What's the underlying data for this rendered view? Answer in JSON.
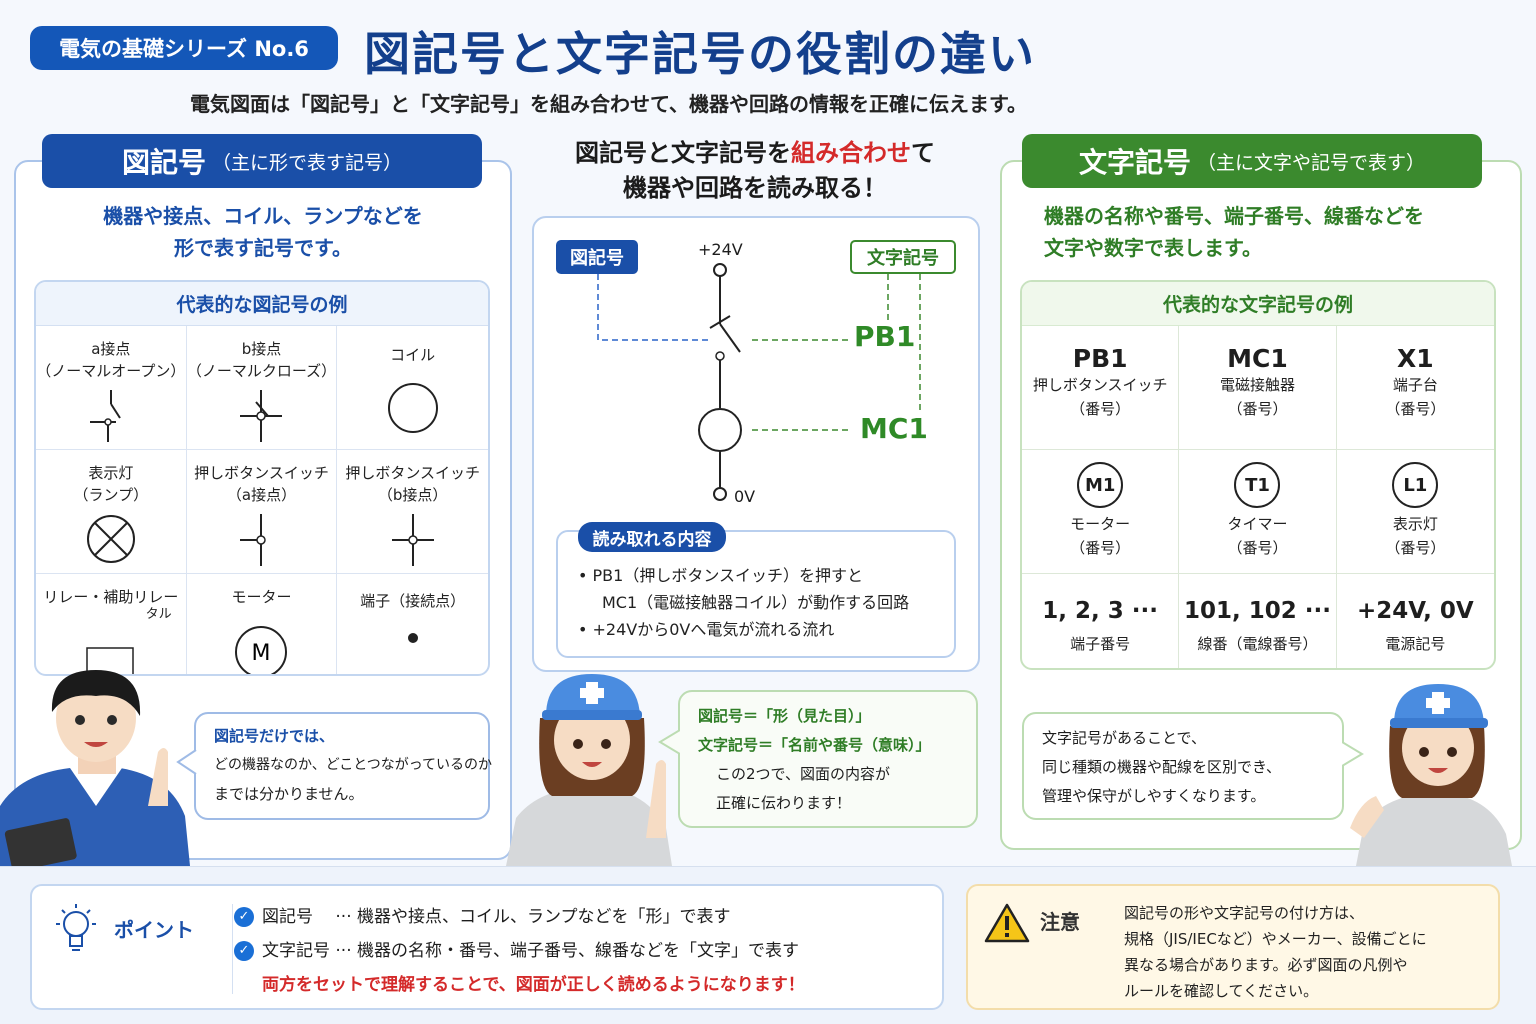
{
  "header": {
    "series": "電気の基礎シリーズ No.6",
    "title": "図記号と文字記号の役割の違い",
    "subtitle": "電気図面は「図記号」と「文字記号」を組み合わせて、機器や回路の情報を正確に伝えます。"
  },
  "left": {
    "title": "図記号",
    "title_note": "（主に形で表す記号）",
    "desc_line1": "機器や接点、コイル、ランプなどを",
    "desc_line2": "形で表す記号です。",
    "table_title": "代表的な図記号の例",
    "symbols": [
      {
        "line1": "a接点",
        "line2": "（ノーマルオープン）",
        "icon": "a-contact-icon"
      },
      {
        "line1": "b接点",
        "line2": "（ノーマルクローズ）",
        "icon": "b-contact-icon"
      },
      {
        "line1": "コイル",
        "line2": "",
        "icon": "coil-icon"
      },
      {
        "line1": "表示灯",
        "line2": "（ランプ）",
        "icon": "lamp-icon"
      },
      {
        "line1": "押しボタンスイッチ",
        "line2": "（a接点）",
        "icon": "pushbutton-a-icon"
      },
      {
        "line1": "押しボタンスイッチ",
        "line2": "（b接点）",
        "icon": "pushbutton-b-icon"
      },
      {
        "line1": "リレー・補助リレー",
        "line2": "タル",
        "icon": "relay-icon"
      },
      {
        "line1": "モーター",
        "line2": "",
        "icon": "motor-icon"
      },
      {
        "line1": "端子（接続点）",
        "line2": "",
        "icon": "terminal-dot-icon"
      }
    ],
    "motor_letter": "M",
    "bubble": {
      "line1": "図記号だけでは、",
      "line2": "どの機器なのか、どことつながっているのか",
      "line3": "までは分かりません。"
    }
  },
  "center": {
    "title_pre": "図記号と文字記号を",
    "title_red": "組み合わせ",
    "title_post": "て",
    "title_line2": "機器や回路を読み取る！",
    "tag_zu": "図記号",
    "tag_moji": "文字記号",
    "v_top": "+24V",
    "v_bottom": "0V",
    "label_pb1": "PB1",
    "label_mc1": "MC1",
    "read_title": "読み取れる内容",
    "read_line1": "• PB1（押しボタンスイッチ）を押すと",
    "read_line2": "MC1（電磁接触器コイル）が動作する回路",
    "read_line3": "• +24Vから0Vへ電気が流れる流れ",
    "bubble": {
      "line1": "図記号＝「形（見た目）」",
      "line2": "文字記号＝「名前や番号（意味）」",
      "line3": "この2つで、図面の内容が",
      "line4": "正確に伝わります！"
    }
  },
  "right": {
    "title": "文字記号",
    "title_note": "（主に文字や記号で表す）",
    "desc_line1": "機器の名称や番号、端子番号、線番などを",
    "desc_line2": "文字や数字で表します。",
    "table_title": "代表的な文字記号の例",
    "row1": [
      {
        "big": "PB1",
        "l1": "押しボタンスイッチ",
        "l2": "（番号）"
      },
      {
        "big": "MC1",
        "l1": "電磁接触器",
        "l2": "（番号）"
      },
      {
        "big": "X1",
        "l1": "端子台",
        "l2": "（番号）"
      }
    ],
    "row2": [
      {
        "circ": "M1",
        "l1": "モーター",
        "l2": "（番号）"
      },
      {
        "circ": "T1",
        "l1": "タイマー",
        "l2": "（番号）"
      },
      {
        "circ": "L1",
        "l1": "表示灯",
        "l2": "（番号）"
      }
    ],
    "row3": [
      {
        "big": "1, 2, 3 ···",
        "l1": "端子番号"
      },
      {
        "big": "101, 102 ···",
        "l1": "線番（電線番号）"
      },
      {
        "big": "+24V, 0V",
        "l1": "電源記号"
      }
    ],
    "bubble": {
      "line1": "文字記号があることで、",
      "line2": "同じ種類の機器や配線を区別でき、",
      "line3": "管理や保守がしやすくなります。"
    }
  },
  "footer": {
    "point_label": "ポイント",
    "point1": "図記号　 ··· 機器や接点、コイル、ランプなどを「形」で表す",
    "point2": "文字記号 ··· 機器の名称・番号、端子番号、線番などを「文字」で表す",
    "point3": "両方をセットで理解することで、図面が正しく読めるようになります！",
    "caution_label": "注意",
    "caution_line1": "図記号の形や文字記号の付け方は、",
    "caution_line2": "規格（JIS/IECなど）やメーカー、設備ごとに",
    "caution_line3": "異なる場合があります。必ず図面の凡例や",
    "caution_line4": "ルールを確認してください。"
  },
  "colors": {
    "blue": "#1a4fa8",
    "green": "#3b8a2e",
    "red": "#d42a2a"
  }
}
